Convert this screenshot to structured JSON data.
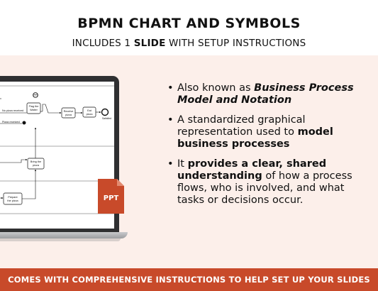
{
  "header": {
    "title": "BPMN CHART AND SYMBOLS",
    "subtitle_pre": "INCLUDES 1 ",
    "subtitle_bold": "SLIDE",
    "subtitle_post": " WITH SETUP INSTRUCTIONS"
  },
  "diagram": {
    "no_pizza": "No pizza received",
    "flag_line1": "Flag the",
    "flag_line2": "Waiter",
    "receive_line1": "Receive",
    "receive_line2": "pizza",
    "eat_line1": "Eat",
    "eat_line2": "pizza",
    "satisfied": "Satisfied",
    "pizza_received": "Pizza received",
    "bring_line1": "Bring the",
    "bring_line2": "pizza",
    "prepare_line1": "Prepare",
    "prepare_line2": "the pizza"
  },
  "badge": {
    "label": "PPT",
    "color": "#c84a2a"
  },
  "bullets": [
    {
      "pre": "Also known as ",
      "bold": "Business Process Model and Notation",
      "post": ""
    },
    {
      "pre": "A standardized graphical representation used to ",
      "bold": "model business processes",
      "post": ""
    },
    {
      "pre": "It ",
      "bold": "provides a clear, shared understanding",
      "post": " of how a process flows, who is involved, and what tasks or decisions occur."
    }
  ],
  "footer": {
    "text": "COMES WITH COMPREHENSIVE INSTRUCTIONS TO HELP SET UP YOUR SLIDES"
  },
  "colors": {
    "accent": "#c84a2a",
    "band": "#fcefea",
    "laptop": "#2f2f31"
  }
}
